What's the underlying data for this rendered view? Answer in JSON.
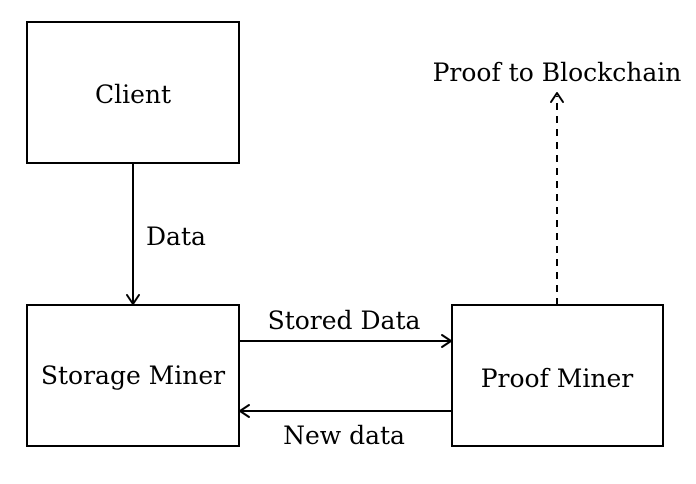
{
  "nodes": {
    "client": "Client",
    "storage_miner": "Storage Miner",
    "proof_miner": "Proof Miner"
  },
  "edges": {
    "client_to_storage": "Data",
    "storage_to_proof": "Stored Data",
    "proof_to_storage": "New data",
    "proof_to_blockchain": "Proof to Blockchain"
  }
}
